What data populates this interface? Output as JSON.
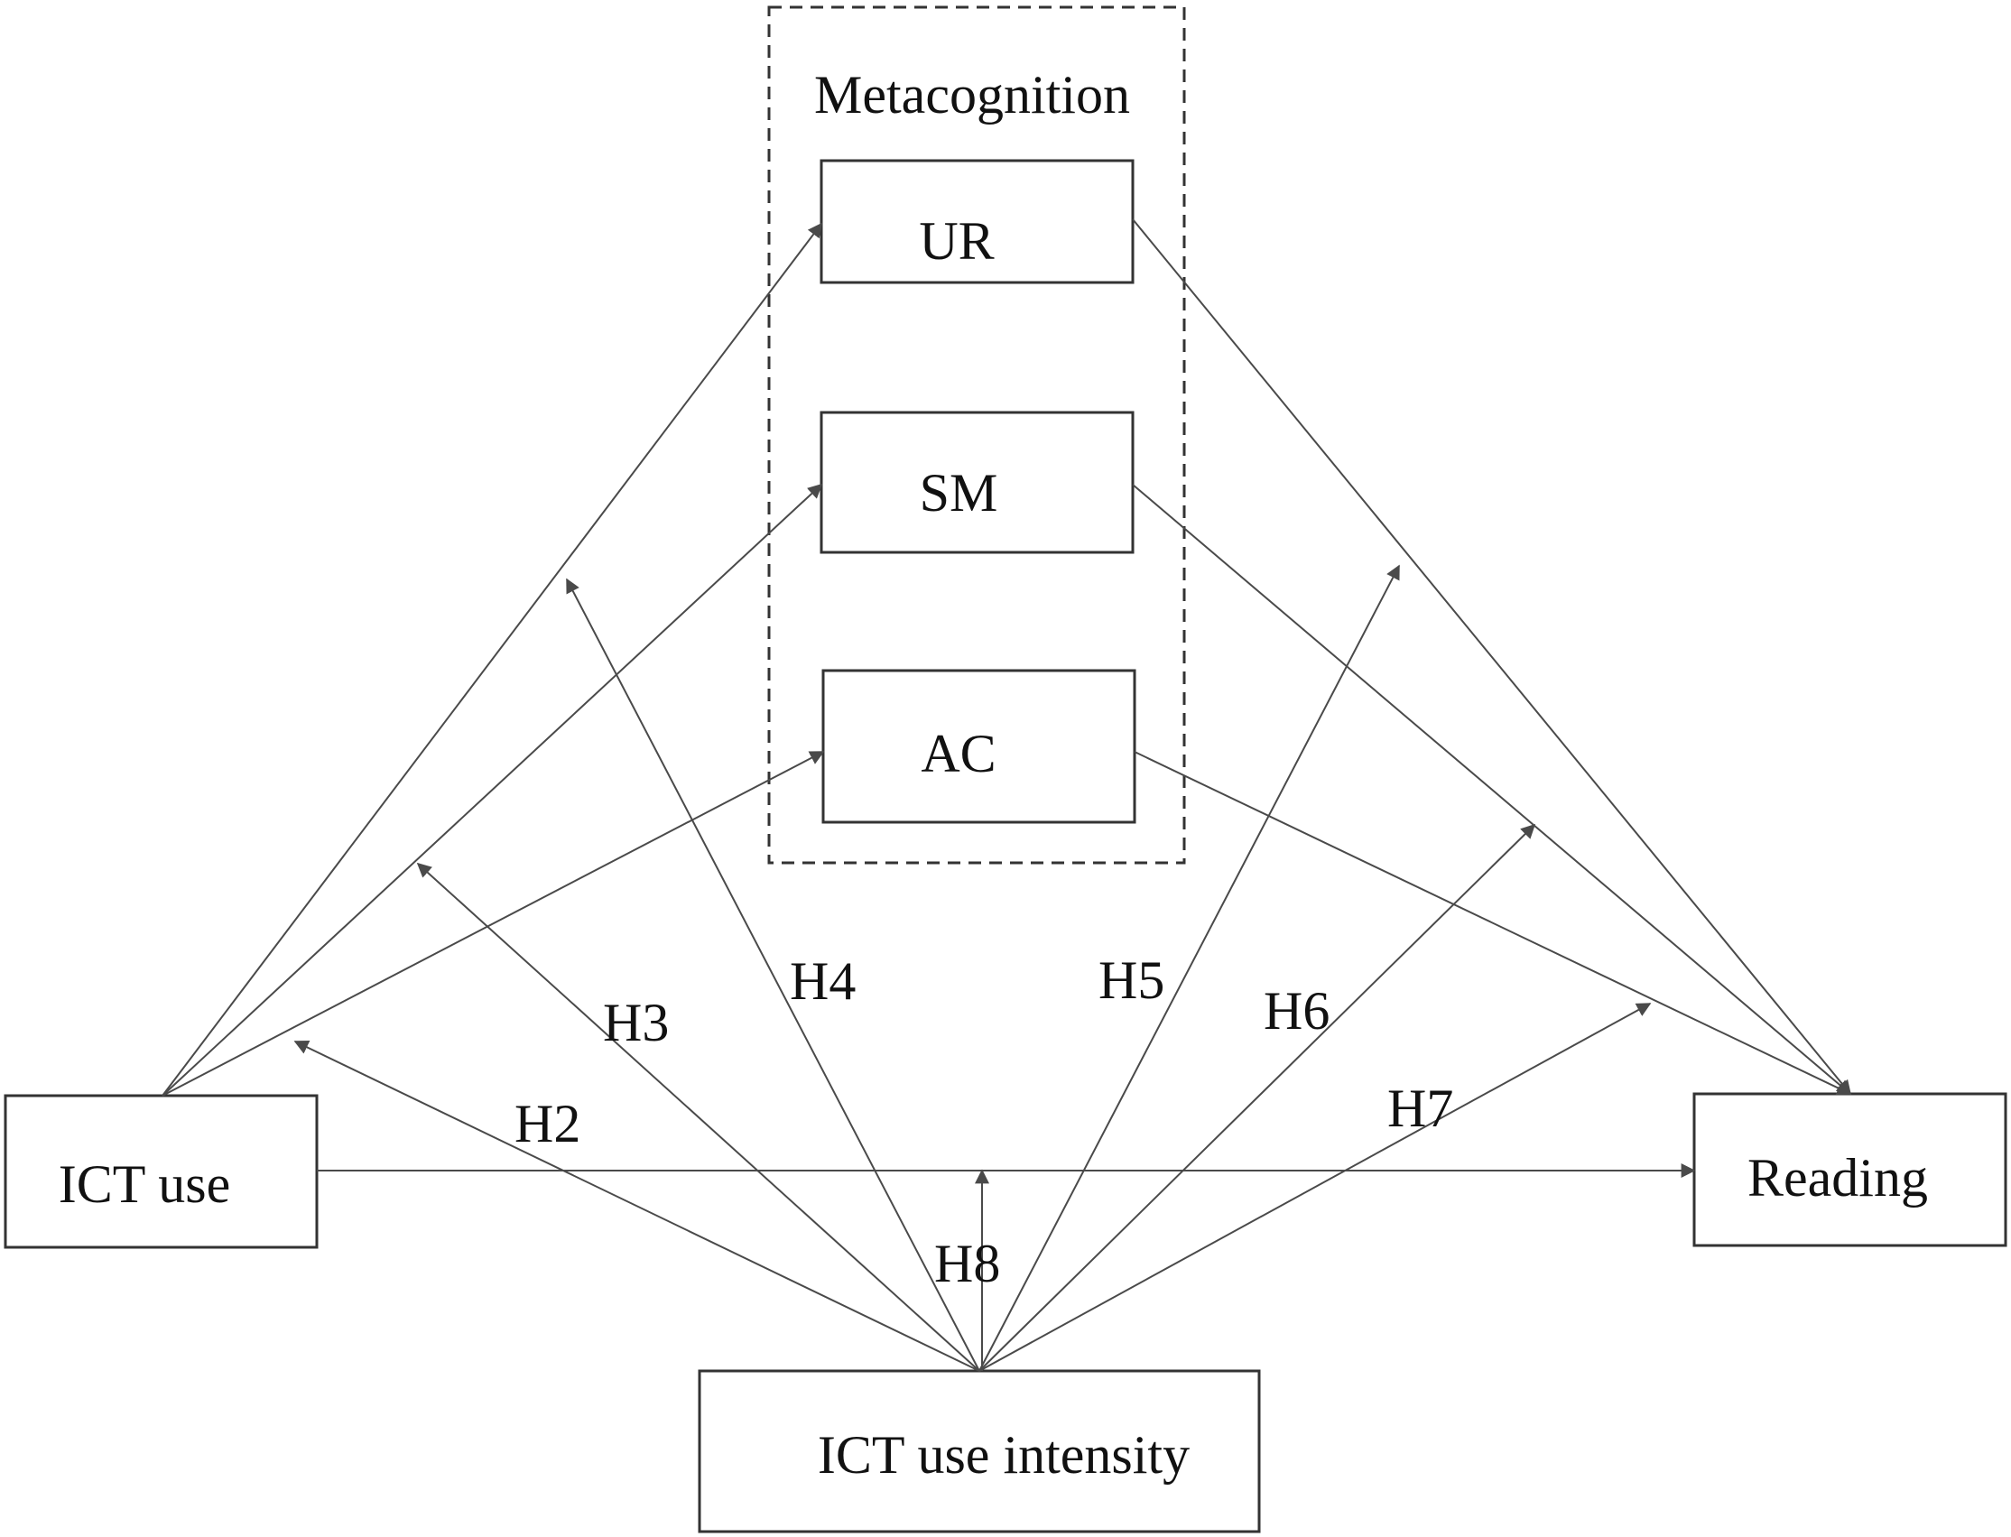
{
  "group": {
    "label": "Metacognition"
  },
  "nodes": {
    "ur": "UR",
    "sm": "SM",
    "ac": "AC",
    "ict_use": "ICT use",
    "reading": "Reading",
    "ict_intensity": "ICT use intensity"
  },
  "hypotheses": {
    "h2": "H2",
    "h3": "H3",
    "h4": "H4",
    "h5": "H5",
    "h6": "H6",
    "h7": "H7",
    "h8": "H8"
  },
  "colors": {
    "stroke": "#333333",
    "arrow": "#4a4a4a",
    "text": "#111111"
  }
}
